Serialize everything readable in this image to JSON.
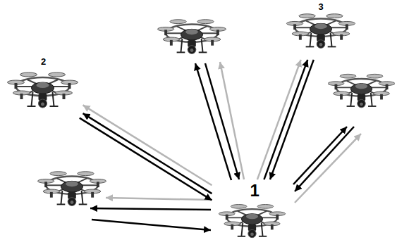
{
  "diagram": {
    "nodes": [
      {
        "text": [
          "1"
        ]
      },
      {
        "text": [
          "2"
        ]
      },
      {
        "text": [
          "3"
        ]
      }
    ],
    "edges": [
      {
        "from": 0,
        "to": 1,
        "arrow": "to"
      },
      {
        "from": 1,
        "to": 0,
        "arrow": "to"
      },
      {
        "from": 0,
        "to": 1,
        "arrow": "to"
      },
      {
        "from": 0,
        "to": 2,
        "arrow": "to"
      },
      {
        "from": 2,
        "to": 0,
        "arrow": "to"
      },
      {
        "from": 0,
        "to": 2,
        "arrow": "to"
      }
    ]
  }
}
